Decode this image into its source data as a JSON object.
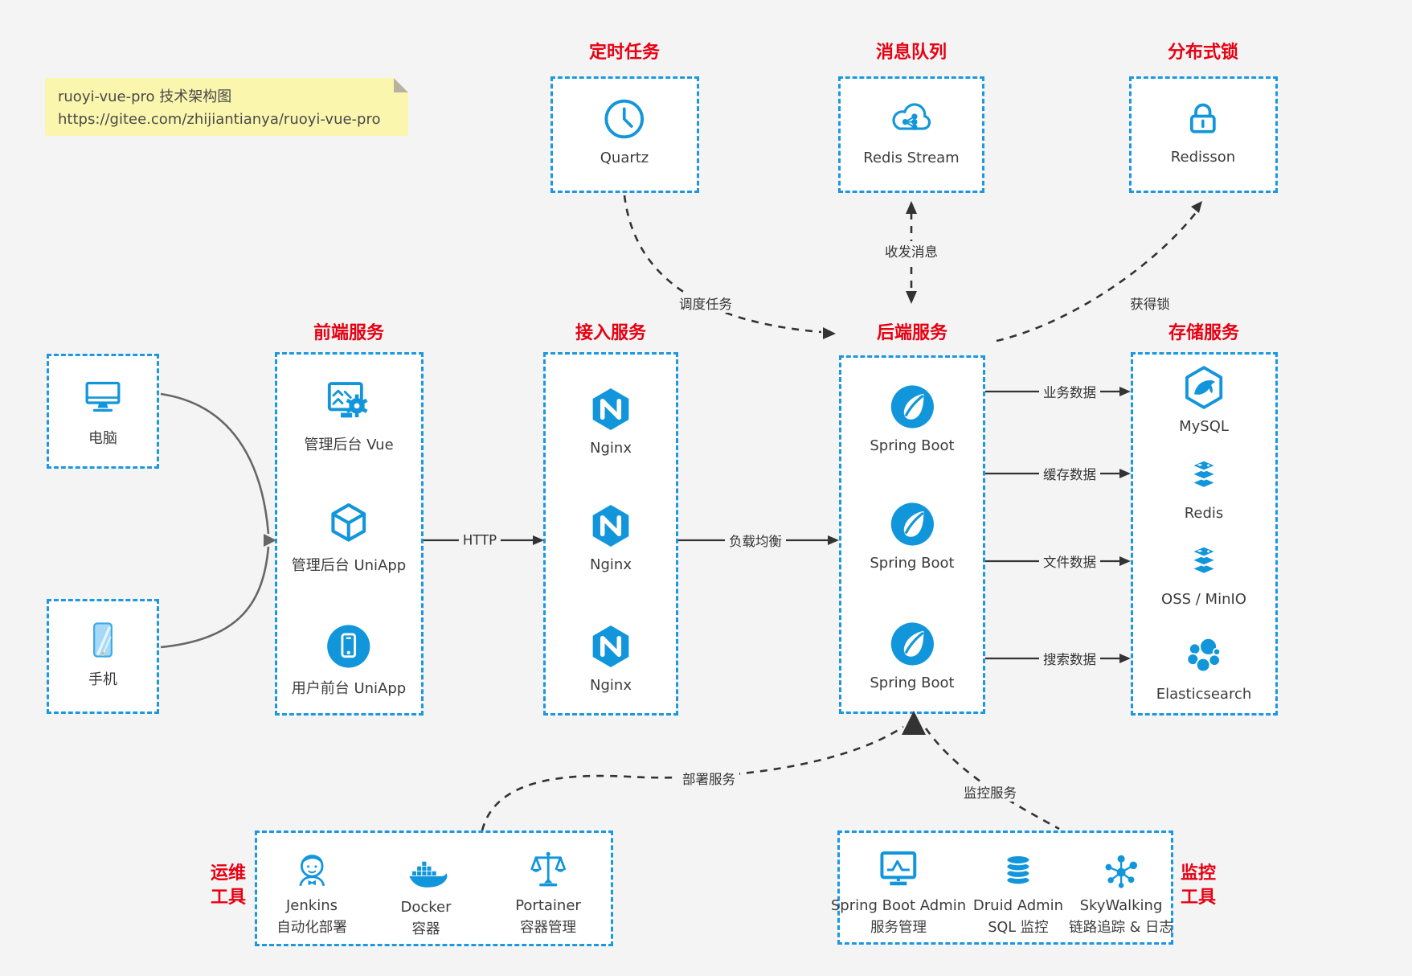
{
  "note": {
    "title": "ruoyi-vue-pro 技术架构图",
    "url": "https://gitee.com/zhijiantianya/ruoyi-vue-pro"
  },
  "groups": {
    "scheduler": {
      "title": "定时任务",
      "items": [
        {
          "label": "Quartz",
          "icon": "clock-icon"
        }
      ]
    },
    "mq": {
      "title": "消息队列",
      "items": [
        {
          "label": "Redis Stream",
          "icon": "cloud-share-icon"
        }
      ]
    },
    "lock": {
      "title": "分布式锁",
      "items": [
        {
          "label": "Redisson",
          "icon": "lock-icon"
        }
      ]
    },
    "clients": {
      "items": [
        {
          "label": "电脑",
          "icon": "desktop-icon"
        },
        {
          "label": "手机",
          "icon": "smartphone-icon"
        }
      ]
    },
    "frontend": {
      "title": "前端服务",
      "items": [
        {
          "label": "管理后台 Vue",
          "icon": "admin-screen-gear-icon"
        },
        {
          "label": "管理后台 UniApp",
          "icon": "uniapp-cube-icon"
        },
        {
          "label": "用户前台 UniApp",
          "icon": "mobile-app-circle-icon"
        }
      ]
    },
    "gateway": {
      "title": "接入服务",
      "items": [
        {
          "label": "Nginx",
          "icon": "nginx-icon"
        },
        {
          "label": "Nginx",
          "icon": "nginx-icon"
        },
        {
          "label": "Nginx",
          "icon": "nginx-icon"
        }
      ]
    },
    "backend": {
      "title": "后端服务",
      "items": [
        {
          "label": "Spring Boot",
          "icon": "spring-leaf-icon"
        },
        {
          "label": "Spring Boot",
          "icon": "spring-leaf-icon"
        },
        {
          "label": "Spring Boot",
          "icon": "spring-leaf-icon"
        }
      ]
    },
    "storage": {
      "title": "存储服务",
      "items": [
        {
          "label": "MySQL",
          "icon": "mysql-dolphin-icon"
        },
        {
          "label": "Redis",
          "icon": "redis-stack-icon"
        },
        {
          "label": "OSS / MinIO",
          "icon": "redis-stack-icon"
        },
        {
          "label": "Elasticsearch",
          "icon": "elasticsearch-cluster-icon"
        }
      ]
    },
    "devops": {
      "title_line1": "运维",
      "title_line2": "工具",
      "items": [
        {
          "label": "Jenkins",
          "sublabel": "自动化部署",
          "icon": "jenkins-icon"
        },
        {
          "label": "Docker",
          "sublabel": "容器",
          "icon": "docker-whale-icon"
        },
        {
          "label": "Portainer",
          "sublabel": "容器管理",
          "icon": "scales-icon"
        }
      ]
    },
    "monitoring": {
      "title_line1": "监控",
      "title_line2": "工具",
      "items": [
        {
          "label": "Spring Boot Admin",
          "sublabel": "服务管理",
          "icon": "monitor-pulse-icon"
        },
        {
          "label": "Druid Admin",
          "sublabel": "SQL 监控",
          "icon": "database-icon"
        },
        {
          "label": "SkyWalking",
          "sublabel": "链路追踪 & 日志",
          "icon": "node-graph-icon"
        }
      ]
    }
  },
  "edges": {
    "schedule": "调度任务",
    "message": "收发消息",
    "acquire_lock": "获得锁",
    "http": "HTTP",
    "load_balance": "负载均衡",
    "business_data": "业务数据",
    "cache_data": "缓存数据",
    "file_data": "文件数据",
    "search_data": "搜索数据",
    "deploy": "部署服务",
    "monitor": "监控服务"
  },
  "colors": {
    "accent_blue": "#1296db",
    "border_blue": "#1b98e0",
    "title_red": "#e60012",
    "note_yellow": "#fbf6ae",
    "arrow_dark": "#333333",
    "arrow_gray": "#666666",
    "background": "#f4f4f4"
  }
}
